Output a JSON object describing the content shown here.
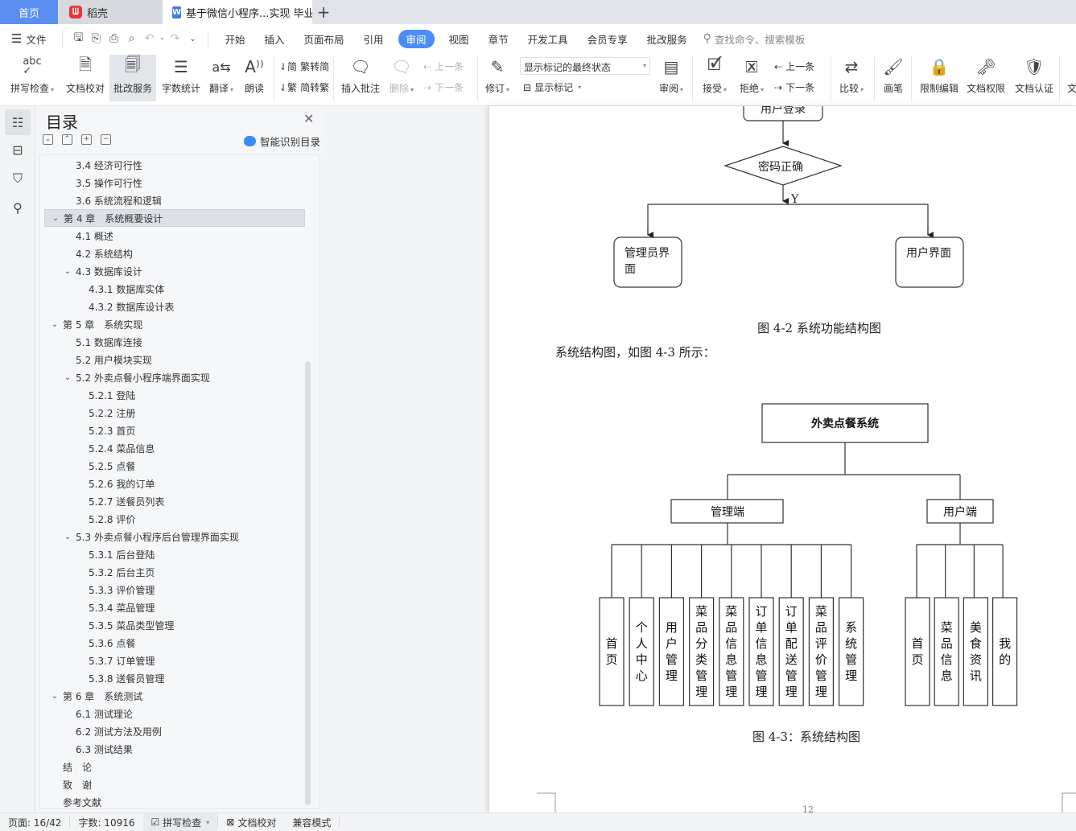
{
  "tabs": {
    "home": "首页",
    "daoke": "稻壳",
    "document": "基于微信小程序...实现 毕业论",
    "add": "+"
  },
  "menu": {
    "file": "文件",
    "items": [
      "开始",
      "插入",
      "页面布局",
      "引用",
      "审阅",
      "视图",
      "章节",
      "开发工具",
      "会员专享",
      "批改服务"
    ],
    "active_item": "审阅",
    "search_placeholder": "查找命令、搜索模板"
  },
  "ribbon": {
    "spell_check": "拼写检查",
    "doc_proof": "文档校对",
    "correction_service": "批改服务",
    "word_count": "字数统计",
    "translate": "翻译",
    "read_aloud": "朗读",
    "trad_to_simp": "繁转简",
    "simp_to_trad": "简转繁",
    "insert_comment": "插入批注",
    "delete": "删除",
    "prev_comment": "上一条",
    "next_comment": "下一条",
    "track_changes": "修订",
    "markup_state": "显示标记的最终状态",
    "show_markup": "显示标记",
    "review": "审阅",
    "accept": "接受",
    "reject": "拒绝",
    "prev_change": "上一条",
    "next_change": "下一条",
    "compare": "比较",
    "ink": "画笔",
    "restrict_edit": "限制编辑",
    "doc_permission": "文档权限",
    "doc_certify": "文档认证",
    "doc_more": "文"
  },
  "toc": {
    "title": "目录",
    "smart_label": "智能识别目录",
    "items": [
      {
        "label": "3.4 经济可行性",
        "level": 2,
        "chevron": false
      },
      {
        "label": "3.5 操作可行性",
        "level": 2,
        "chevron": false
      },
      {
        "label": "3.6 系统流程和逻辑",
        "level": 2,
        "chevron": false
      },
      {
        "label": "第 4 章　系统概要设计",
        "level": 1,
        "chevron": true,
        "selected": true
      },
      {
        "label": "4.1  概述",
        "level": 2,
        "chevron": false
      },
      {
        "label": "4.2  系统结构",
        "level": 2,
        "chevron": false
      },
      {
        "label": "4.3  数据库设计",
        "level": 2,
        "chevron": true
      },
      {
        "label": "4.3.1  数据库实体",
        "level": 3,
        "chevron": false
      },
      {
        "label": "4.3.2  数据库设计表",
        "level": 3,
        "chevron": false
      },
      {
        "label": "第 5 章　系统实现",
        "level": 1,
        "chevron": true
      },
      {
        "label": "5.1 数据库连接",
        "level": 2,
        "chevron": false
      },
      {
        "label": "5.2 用户模块实现",
        "level": 2,
        "chevron": false
      },
      {
        "label": "5.2 外卖点餐小程序端界面实现",
        "level": 2,
        "chevron": true
      },
      {
        "label": "5.2.1  登陆",
        "level": 3,
        "chevron": false
      },
      {
        "label": "5.2.2 注册",
        "level": 3,
        "chevron": false
      },
      {
        "label": "5.2.3 首页",
        "level": 3,
        "chevron": false
      },
      {
        "label": "5.2.4 菜品信息",
        "level": 3,
        "chevron": false
      },
      {
        "label": "5.2.5 点餐",
        "level": 3,
        "chevron": false
      },
      {
        "label": "5.2.6 我的订单",
        "level": 3,
        "chevron": false
      },
      {
        "label": "5.2.7 送餐员列表",
        "level": 3,
        "chevron": false
      },
      {
        "label": "5.2.8 评价",
        "level": 3,
        "chevron": false
      },
      {
        "label": "5.3  外卖点餐小程序后台管理界面实现",
        "level": 2,
        "chevron": true
      },
      {
        "label": "5.3.1  后台登陆",
        "level": 3,
        "chevron": false
      },
      {
        "label": "5.3.2  后台主页",
        "level": 3,
        "chevron": false
      },
      {
        "label": "5.3.3 评价管理",
        "level": 3,
        "chevron": false
      },
      {
        "label": "5.3.4 菜品管理",
        "level": 3,
        "chevron": false
      },
      {
        "label": "5.3.5 菜品类型管理",
        "level": 3,
        "chevron": false
      },
      {
        "label": "5.3.6 点餐",
        "level": 3,
        "chevron": false
      },
      {
        "label": "5.3.7 订单管理",
        "level": 3,
        "chevron": false
      },
      {
        "label": "5.3.8 送餐员管理",
        "level": 3,
        "chevron": false
      },
      {
        "label": "第 6 章　系统测试",
        "level": 1,
        "chevron": true
      },
      {
        "label": "6.1  测试理论",
        "level": 2,
        "chevron": false
      },
      {
        "label": "6.2  测试方法及用例",
        "level": 2,
        "chevron": false
      },
      {
        "label": "6.3 测试结果",
        "level": 2,
        "chevron": false
      },
      {
        "label": "结　论",
        "level": 1,
        "chevron": false
      },
      {
        "label": "致　谢",
        "level": 1,
        "chevron": false
      },
      {
        "label": "参考文献",
        "level": 1,
        "chevron": false
      }
    ]
  },
  "document": {
    "flow": {
      "top_box": "用户登录",
      "decision": "密码正确",
      "yes_label": "Y",
      "left_box_line1": "管理员界",
      "left_box_line2": "面",
      "right_box": "用户界面"
    },
    "caption_4_2": "图 4-2 系统功能结构图",
    "paragraph": "系统结构图，如图 4-3 所示：",
    "structure": {
      "root": "外卖点餐系统",
      "admin": "管理端",
      "user": "用户端",
      "admin_children": [
        "首页",
        "个人中心",
        "用户管理",
        "菜品分类管理",
        "菜品信息管理",
        "订单信息管理",
        "订单配送管理",
        "菜品评价管理",
        "系统管理"
      ],
      "user_children": [
        "首页",
        "菜品信息",
        "美食资讯",
        "我的"
      ]
    },
    "caption_4_3": "图 4-3：系统结构图",
    "page_number": "12"
  },
  "status": {
    "page": "页面: 16/42",
    "words": "字数: 10916",
    "spell_check": "拼写检查",
    "doc_proof": "文档校对",
    "compat_mode": "兼容模式"
  },
  "colors": {
    "accent": "#4c8df5",
    "home_tab": "#5b8ef1"
  }
}
